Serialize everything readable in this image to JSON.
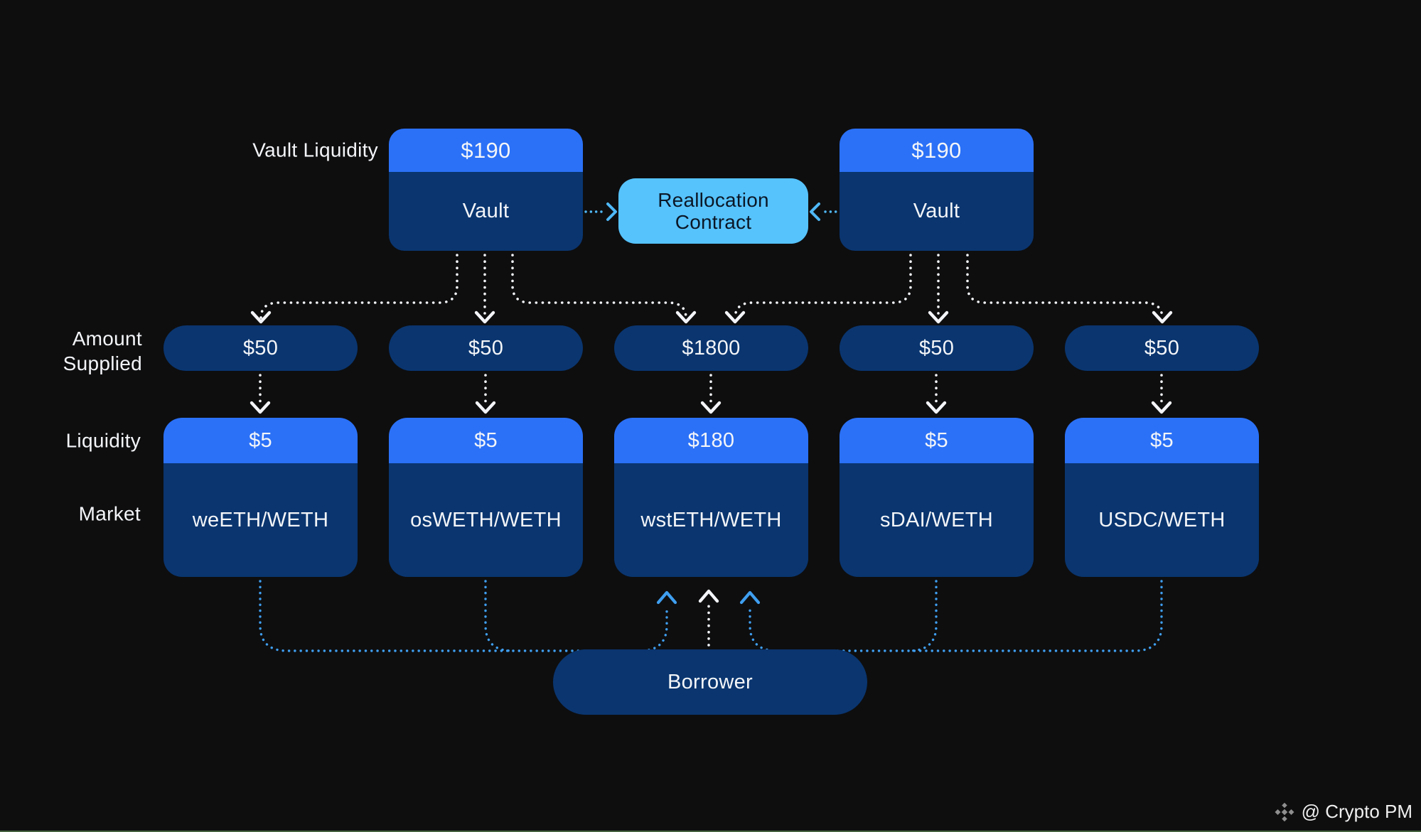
{
  "colors": {
    "background": "#0e0e0f",
    "header_blue": "#2b71f7",
    "navy": "#0a356f",
    "reallocation_light_blue": "#56c3fd",
    "connector_blue": "#3f9ff0",
    "connector_white": "#f3f5f8",
    "bottom_edge_green": "#4d6b46",
    "watermark_grey": "#8f8f8f"
  },
  "row_labels": {
    "vault_liquidity": "Vault Liquidity",
    "amount_supplied": [
      "Amount",
      "Supplied"
    ],
    "liquidity": "Liquidity",
    "market": "Market"
  },
  "vaults": {
    "left": {
      "liquidity": "$190",
      "name": "Vault"
    },
    "right": {
      "liquidity": "$190",
      "name": "Vault"
    }
  },
  "reallocation_contract": {
    "line1": "Reallocation",
    "line2": "Contract"
  },
  "markets": [
    {
      "amount_supplied": "$50",
      "liquidity": "$5",
      "market": "weETH/WETH"
    },
    {
      "amount_supplied": "$50",
      "liquidity": "$5",
      "market": "osWETH/WETH"
    },
    {
      "amount_supplied": "$1800",
      "liquidity": "$180",
      "market": "wstETH/WETH"
    },
    {
      "amount_supplied": "$50",
      "liquidity": "$5",
      "market": "sDAI/WETH"
    },
    {
      "amount_supplied": "$50",
      "liquidity": "$5",
      "market": "USDC/WETH"
    }
  ],
  "borrower": {
    "label": "Borrower"
  },
  "watermark": {
    "text": "@ Crypto PM",
    "icon": "binance-diamond-icon"
  }
}
